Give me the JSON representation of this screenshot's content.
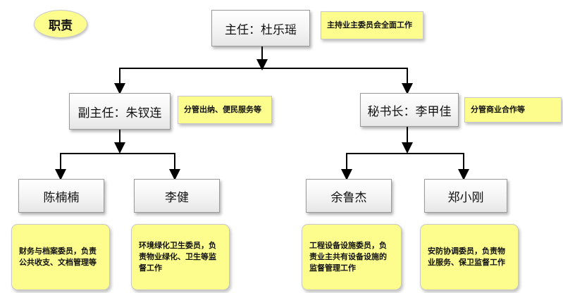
{
  "badge": "职责",
  "director": {
    "name": "主任：杜乐瑶",
    "duty": "主持业主委员会全面工作"
  },
  "vice_director": {
    "name": "副主任：朱钗连",
    "duty": "分管出纳、便民服务等"
  },
  "secretary": {
    "name": "秘书长：李甲佳",
    "duty": "分管商业合作等"
  },
  "members": [
    {
      "name": "陈楠楠",
      "duty": "财务与档案委员，负责公共收支、文档管理等"
    },
    {
      "name": "李健",
      "duty": "环境绿化卫生委员，负责物业绿化、卫生等监督工作"
    },
    {
      "name": "余鲁杰",
      "duty": "工程设备设施委员，负责业主共有设备设施的监督管理工作"
    },
    {
      "name": "郑小刚",
      "duty": "安防协调委员，负责物业服务、保卫监督工作"
    }
  ]
}
